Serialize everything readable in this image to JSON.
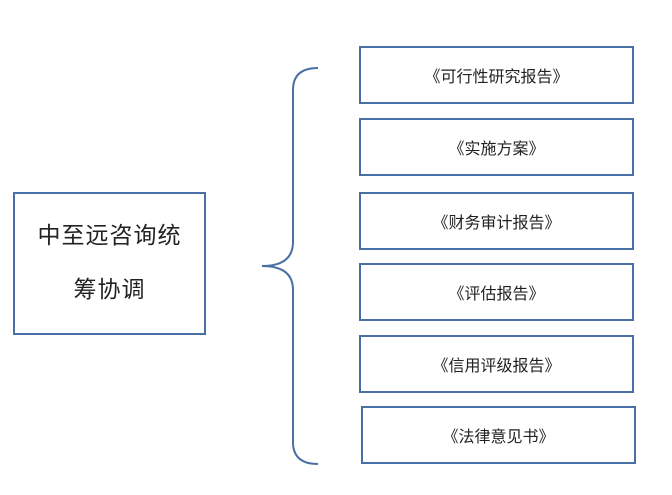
{
  "center_node": {
    "line1": "中至远咨询统",
    "line2": "筹协调"
  },
  "reports": [
    "《可行性研究报告》",
    "《实施方案》",
    "《财务审计报告》",
    "《评估报告》",
    "《信用评级报告》",
    "《法律意见书》"
  ],
  "colors": {
    "border": "#4a6fa5",
    "brace": "#4a6fa5",
    "text": "#222222"
  }
}
